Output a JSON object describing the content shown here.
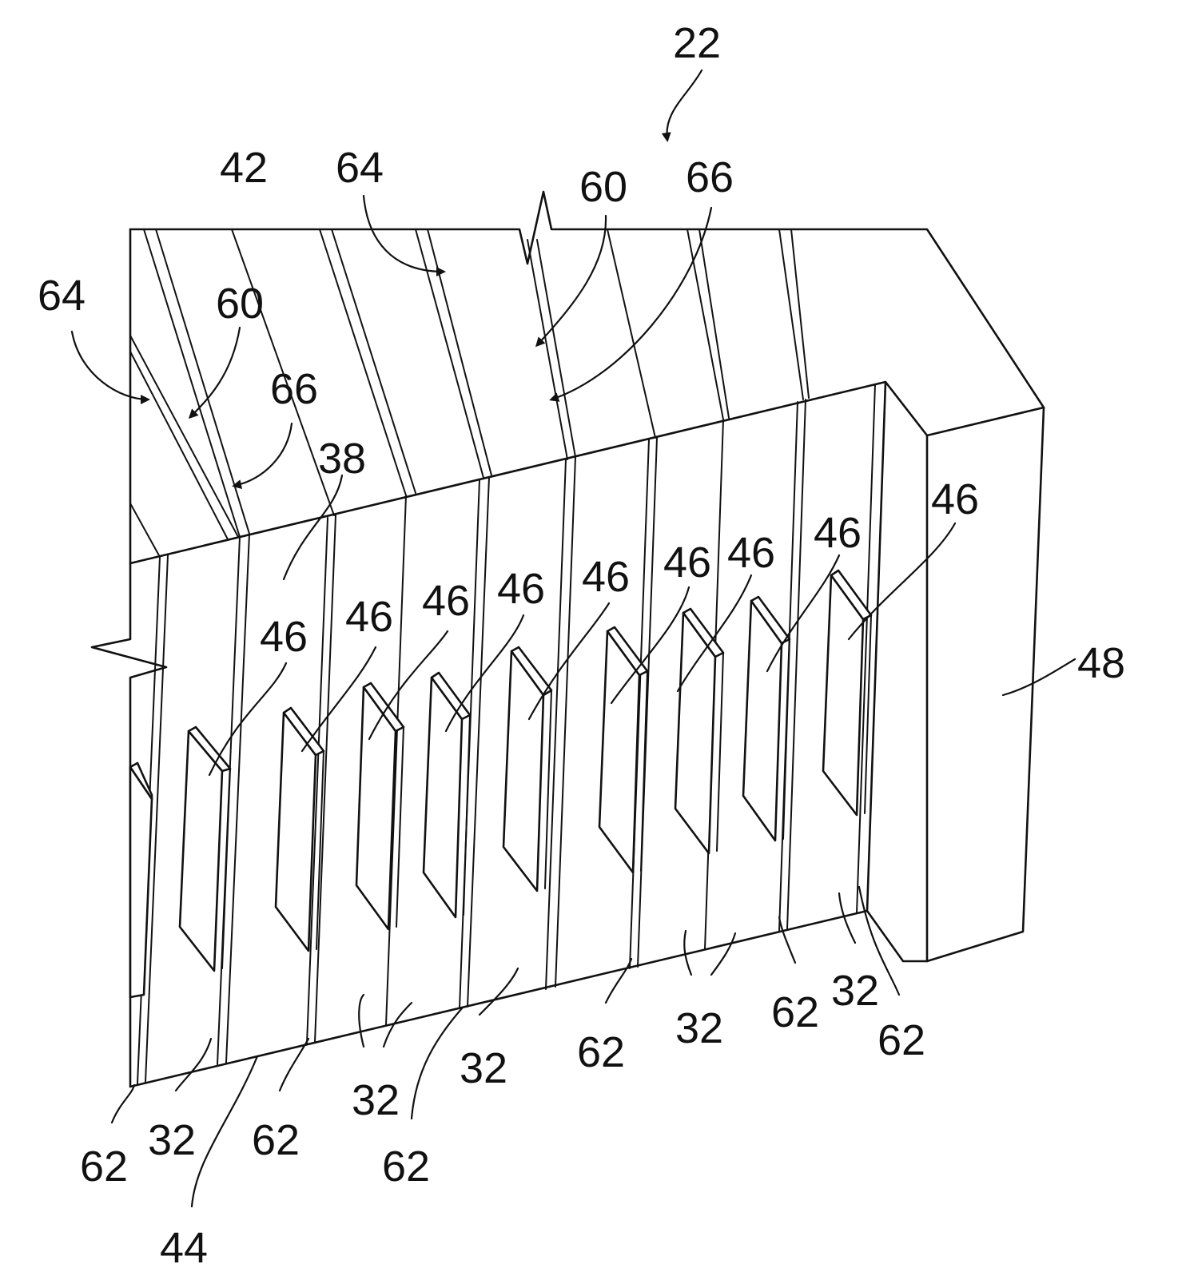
{
  "labels": {
    "assembly": "22",
    "top_surface": "42",
    "front_edge": "38",
    "bottom_edge": "44",
    "end_plate": "48",
    "channel_a": "64",
    "channel_b": "60",
    "channel_c": "66",
    "tab": "46",
    "cell": "32",
    "gap": "62"
  }
}
